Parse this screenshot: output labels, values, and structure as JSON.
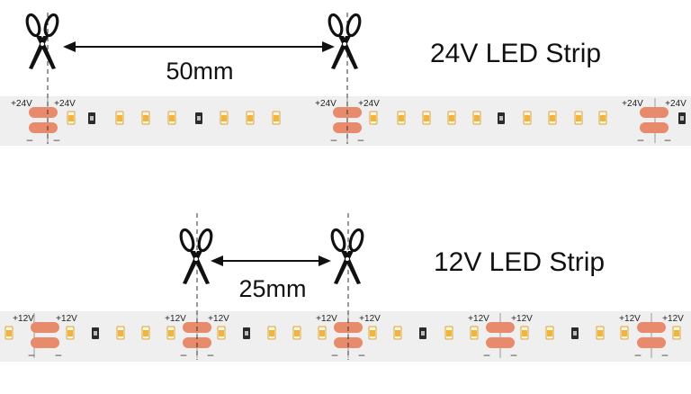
{
  "strip_24v": {
    "title": "24V LED Strip",
    "cut_distance_label": "50mm",
    "pad_label": "+24V",
    "minus_label": "–"
  },
  "strip_12v": {
    "title": "12V LED Strip",
    "cut_distance_label": "25mm",
    "pad_label": "+12V",
    "minus_label": "–"
  },
  "colors": {
    "strip": "#efefef",
    "pad": "#e88a6c",
    "led": "#efb53c",
    "resistor": "#2b2b2b",
    "ink": "#111111"
  },
  "icons": [
    "scissors-icon",
    "double-arrow-icon"
  ]
}
